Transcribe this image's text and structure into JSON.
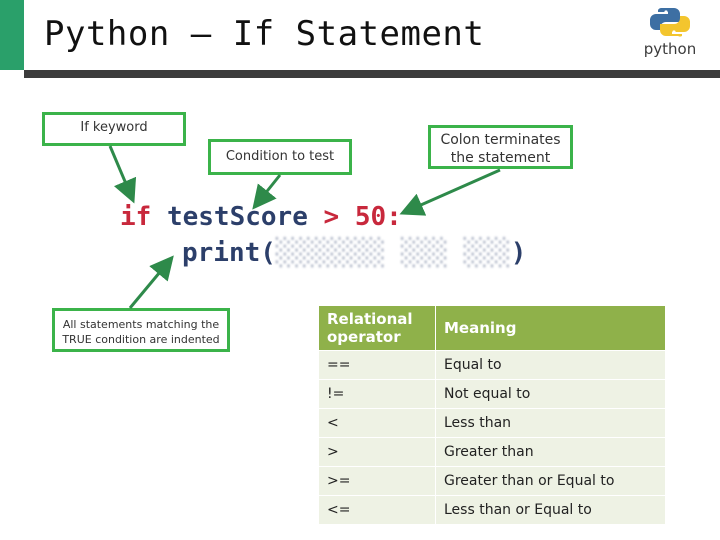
{
  "slide": {
    "title": "Python – If Statement",
    "logo_text": "python",
    "accent_color": "#2aa06a"
  },
  "callouts": {
    "keyword": "If keyword",
    "condition": "Condition to test",
    "colon": "Colon terminates the statement",
    "indent": "All statements matching the TRUE condition are indented"
  },
  "code": {
    "line1_if": "if",
    "line1_var": "testScore",
    "line1_op": ">",
    "line1_num": "50",
    "line1_colon": ":",
    "line2_func": "print(",
    "line2_end": ")"
  },
  "table": {
    "headers": [
      "Relational operator",
      "Meaning"
    ],
    "rows": [
      [
        "==",
        "Equal to"
      ],
      [
        "!=",
        "Not equal to"
      ],
      [
        "<",
        "Less than"
      ],
      [
        ">",
        "Greater than"
      ],
      [
        ">=",
        "Greater than or Equal to"
      ],
      [
        "<=",
        "Less than or Equal to"
      ]
    ]
  }
}
